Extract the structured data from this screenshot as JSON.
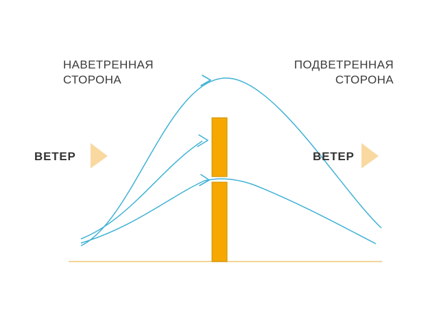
{
  "labels": {
    "windward_side": "НАВЕТРЕННАЯ СТОРОНА",
    "leeward_side": "ПОДВЕТРЕННАЯ СТОРОНА",
    "wind_left": "ВЕТЕР",
    "wind_right": "ВЕТЕР"
  },
  "colors": {
    "background": "#FFFFFF",
    "streamline": "#3EB1D5",
    "barrier_fill": "#F6A800",
    "barrier_edge": "#C79000",
    "ground_line": "#F2D494",
    "wind_arrow": "#F9D9A0",
    "label_text": "#3B3B3B"
  },
  "icons": {
    "wind_arrow_left": "right-pointing-triangle",
    "wind_arrow_right": "right-pointing-triangle",
    "flow_arrowheads": "right-chevron"
  }
}
